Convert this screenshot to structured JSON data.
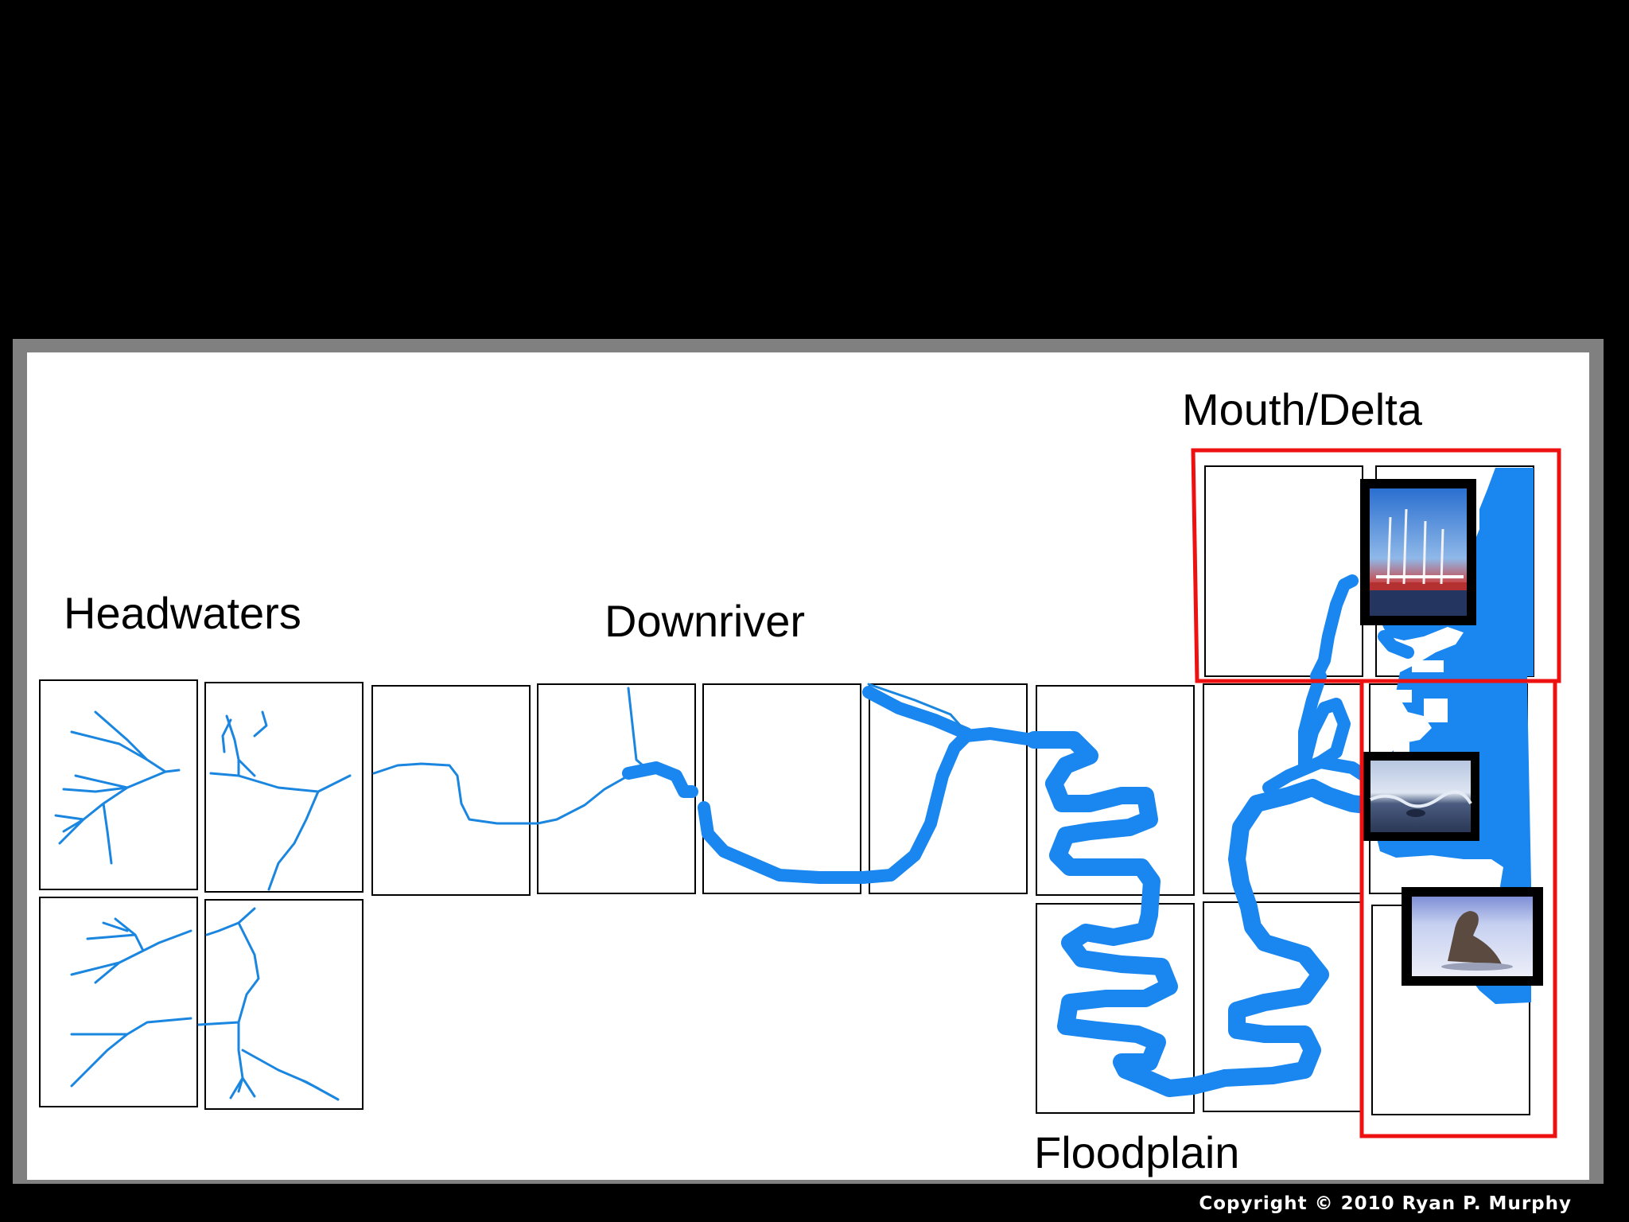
{
  "labels": {
    "headwaters": "Headwaters",
    "downriver": "Downriver",
    "mouth_delta": "Mouth/Delta",
    "floodplain": "Floodplain"
  },
  "copyright": "Copyright © 2010 Ryan P. Murphy",
  "colors": {
    "background": "#000000",
    "river": "#1a86f0",
    "highlight": "#ee1111",
    "frame": "#808080"
  },
  "photos": [
    {
      "name": "shrimp-boat-photo",
      "subject": "fishing boat at dock"
    },
    {
      "name": "ocean-waves-photo",
      "subject": "ocean waves on rocks"
    },
    {
      "name": "sea-lion-photo",
      "subject": "sea lion on beach"
    }
  ]
}
